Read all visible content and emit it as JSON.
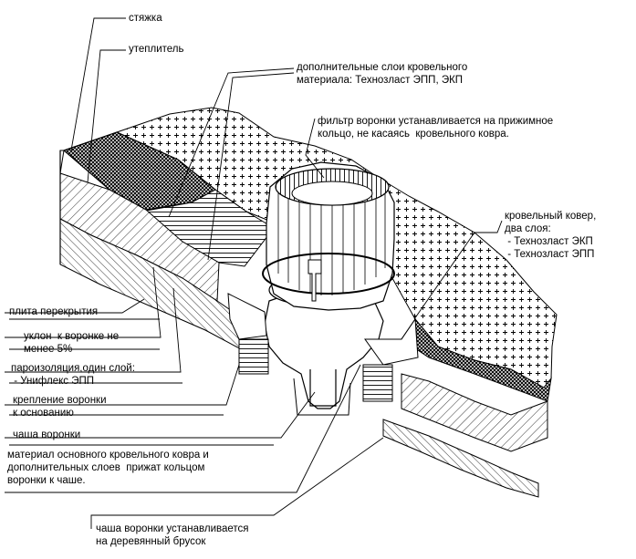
{
  "callouts": {
    "screed": "стяжка",
    "insulation": "утеплитель",
    "extra_layers": "дополнительные слои кровельного\nматериала: Технозласт ЭПП, ЭКП",
    "filter": "фильтр воронки устанавливается на прижимное\nкольцо, не касаясь  кровельного ковра.",
    "roof_carpet": "кровельный ковер,\nдва слоя:\n - Технозласт ЭКП\n - Технозласт ЭПП",
    "slab": "плита перекрытия",
    "slope": "уклон  к воронке не\nменее 5%",
    "vapor_barrier": "пароизоляция,один слой:\n - Унифлекс ЭПП",
    "fastening": "крепление воронки\nк основанию",
    "funnel_bowl": "чаша воронки",
    "pressed": "материал основного кровельного ковра и\nдополнительных слоев  прижат кольцом\nворонки к чаше.",
    "wooden_beam": "чаша воронки устанавливается\nна деревянный брусок"
  },
  "colors": {
    "line": "#000000",
    "background": "#ffffff"
  }
}
